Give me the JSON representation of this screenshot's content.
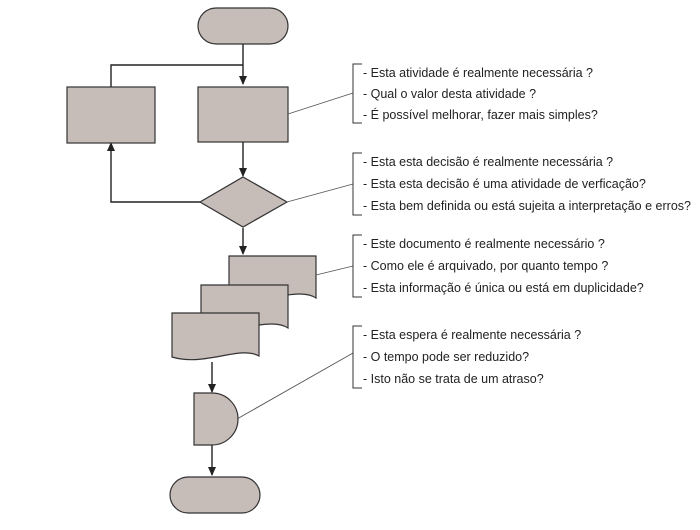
{
  "groups": [
    {
      "id": "activity",
      "questions": [
        "- Esta atividade é realmente necessária  ?",
        "- Qual o valor desta atividade ?",
        "- É possível melhorar, fazer mais simples?"
      ]
    },
    {
      "id": "decision",
      "questions": [
        "- Esta esta decisão é realmente necessária  ?",
        "- Esta esta decisão é  uma atividade de verficação?",
        "- Esta bem definida ou está sujeita a interpretação e erros?"
      ]
    },
    {
      "id": "document",
      "questions": [
        "- Este documento é realmente necessário  ?",
        "- Como ele é arquivado, por quanto tempo  ?",
        "- Esta informação é única ou está em duplicidade?"
      ]
    },
    {
      "id": "delay",
      "questions": [
        "- Esta espera é realmente necessária  ?",
        "- O tempo pode ser reduzido?",
        "- Isto não se trata de um atraso?"
      ]
    }
  ],
  "colors": {
    "shape_fill": "#c6bcb8",
    "outline": "#333333",
    "text": "#222222"
  }
}
